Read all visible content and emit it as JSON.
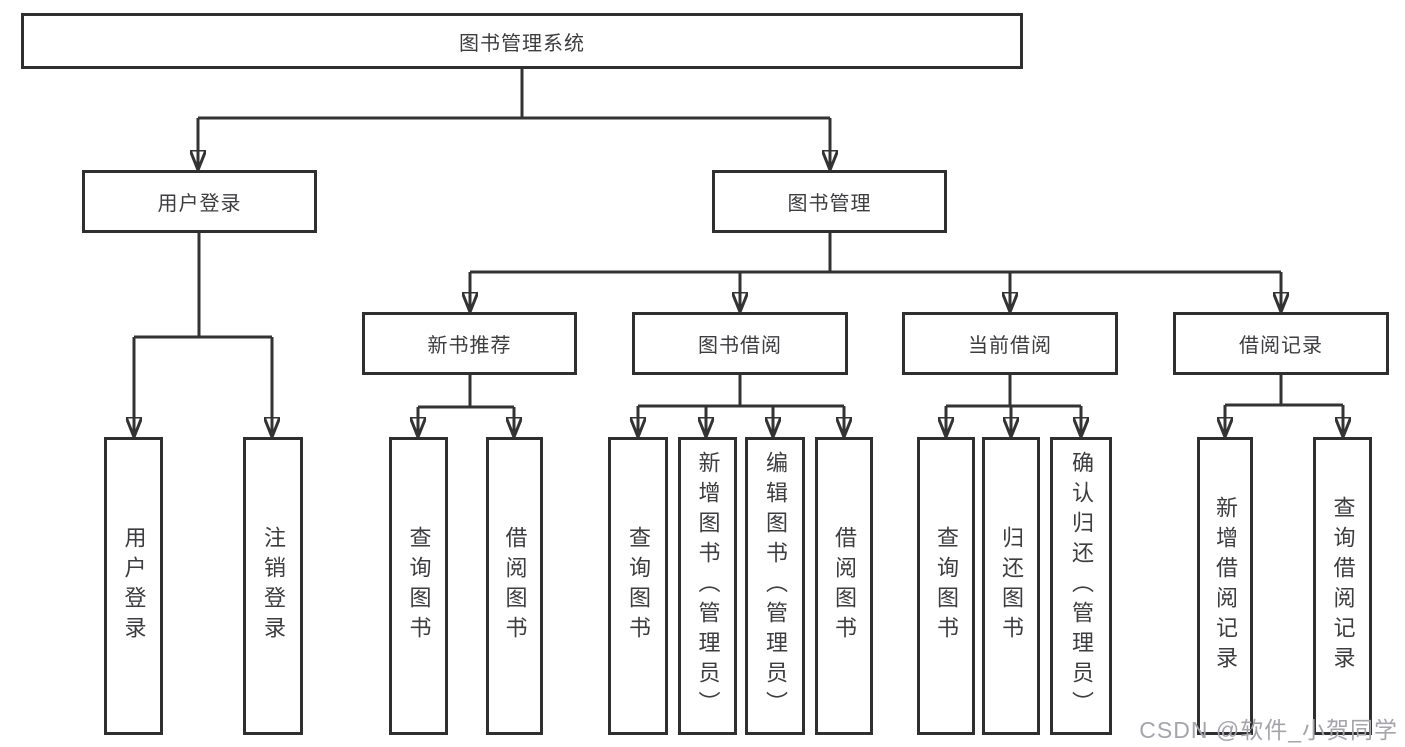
{
  "colors": {
    "line": "#333333",
    "box_border": "#2f2f2f",
    "text": "#3d3d40",
    "watermark": "#a4a4ab",
    "background": "#ffffff"
  },
  "watermark": {
    "text": "CSDN @软件_小贺同学"
  },
  "tree": {
    "root": {
      "label": "图书管理系统",
      "children": [
        {
          "label": "用户登录",
          "children": [
            {
              "label": "用户登录"
            },
            {
              "label": "注销登录"
            }
          ]
        },
        {
          "label": "图书管理",
          "children": [
            {
              "label": "新书推荐",
              "children": [
                {
                  "label": "查询图书"
                },
                {
                  "label": "借阅图书"
                }
              ]
            },
            {
              "label": "图书借阅",
              "children": [
                {
                  "label": "查询图书"
                },
                {
                  "label": "新增图书（管理员）"
                },
                {
                  "label": "编辑图书（管理员）"
                },
                {
                  "label": "借阅图书"
                }
              ]
            },
            {
              "label": "当前借阅",
              "children": [
                {
                  "label": "查询图书"
                },
                {
                  "label": "归还图书"
                },
                {
                  "label": "确认归还（管理员）"
                }
              ]
            },
            {
              "label": "借阅记录",
              "children": [
                {
                  "label": "新增借阅记录"
                },
                {
                  "label": "查询借阅记录"
                }
              ]
            }
          ]
        }
      ]
    }
  }
}
